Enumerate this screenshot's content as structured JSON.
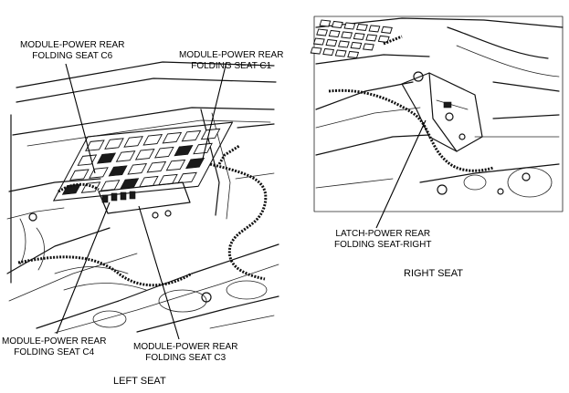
{
  "left_panel": {
    "callouts": {
      "c6": [
        "MODULE-POWER REAR",
        "FOLDING SEAT C6"
      ],
      "c1": [
        "MODULE-POWER REAR",
        "FOLDING SEAT C1"
      ],
      "c4": [
        "MODULE-POWER REAR",
        "FOLDING SEAT C4"
      ],
      "c3": [
        "MODULE-POWER REAR",
        "FOLDING SEAT C3"
      ]
    },
    "caption": "LEFT SEAT"
  },
  "right_panel": {
    "callouts": {
      "latch": [
        "LATCH-POWER REAR",
        "FOLDING SEAT-RIGHT"
      ]
    },
    "caption": "RIGHT SEAT"
  }
}
